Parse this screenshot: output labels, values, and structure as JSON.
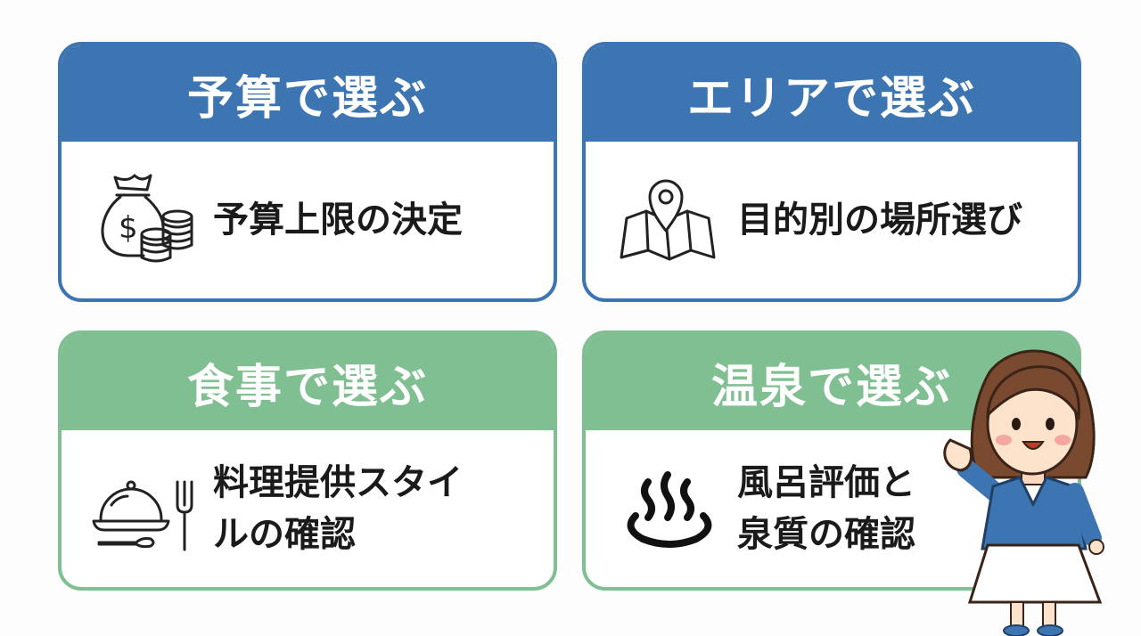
{
  "cards": [
    {
      "title": "予算で選ぶ",
      "text_lines": [
        "予算上限の決定"
      ],
      "icon": "money-bag-coins-icon"
    },
    {
      "title": "エリアで選ぶ",
      "text_lines": [
        "目的別の場所選び"
      ],
      "icon": "map-pin-icon"
    },
    {
      "title": "食事で選ぶ",
      "text_lines": [
        "料理提供スタイ",
        "ルの確認"
      ],
      "icon": "cloche-fork-spoon-icon"
    },
    {
      "title": "温泉で選ぶ",
      "text_lines": [
        "風呂評価と",
        "泉質の確認"
      ],
      "icon": "hot-spring-icon"
    }
  ],
  "colors": {
    "blue": "#3d74b2",
    "green": "#7fbf91"
  },
  "illustration": "woman-waving"
}
